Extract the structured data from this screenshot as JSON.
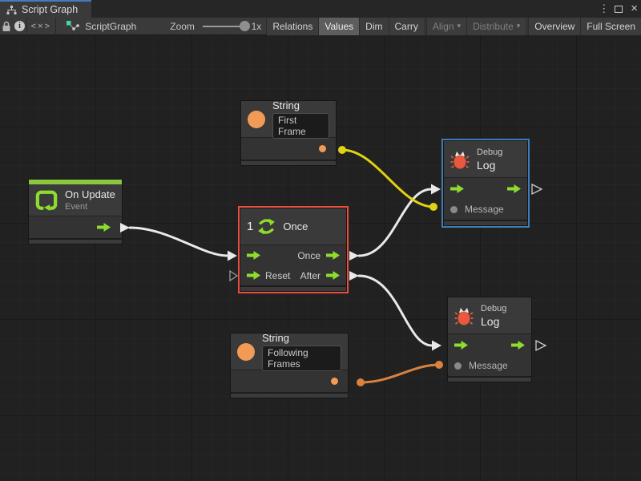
{
  "window": {
    "tab": "Script Graph",
    "controls": {
      "menu": "⋮",
      "close": "×"
    }
  },
  "toolbar": {
    "code_icon": "<×>",
    "graph_name": "ScriptGraph",
    "zoom": {
      "label": "Zoom",
      "value": "1x"
    },
    "buttons": [
      {
        "label": "Relations",
        "state": "normal"
      },
      {
        "label": "Values",
        "state": "active"
      },
      {
        "label": "Dim",
        "state": "normal"
      },
      {
        "label": "Carry",
        "state": "normal"
      },
      {
        "label": "Align",
        "state": "disabled",
        "dropdown": "▾"
      },
      {
        "label": "Distribute",
        "state": "disabled",
        "dropdown": "▾"
      },
      {
        "label": "Overview",
        "state": "normal"
      },
      {
        "label": "Full Screen",
        "state": "normal"
      }
    ]
  },
  "graph": {
    "nodes": {
      "string_first": {
        "title": "String",
        "value": "First Frame"
      },
      "on_update": {
        "title": "On Update",
        "subtitle": "Event"
      },
      "once": {
        "count": "1",
        "title": "Once",
        "out_once": "Once",
        "in_reset": "Reset",
        "out_after": "After"
      },
      "debug_top": {
        "eyebrow": "Debug",
        "title": "Log",
        "message": "Message"
      },
      "debug_bottom": {
        "eyebrow": "Debug",
        "title": "Log",
        "message": "Message"
      },
      "string_following": {
        "title": "String",
        "value": "Following Frames"
      }
    }
  },
  "colors": {
    "accent_green": "#8ddc2f",
    "header_green_bar": "#8cc63f",
    "port_orange": "#f29b57",
    "bug_red": "#e8593d",
    "selection_red": "#ee4d3b",
    "selection_blue": "#3d7eb8",
    "wire_white": "#e9e9e9",
    "wire_yellow": "#e0d313",
    "wire_orange": "#d9813d",
    "tab_accent": "#4679bd",
    "toolbar_icon_teal": "#43d6a9"
  }
}
